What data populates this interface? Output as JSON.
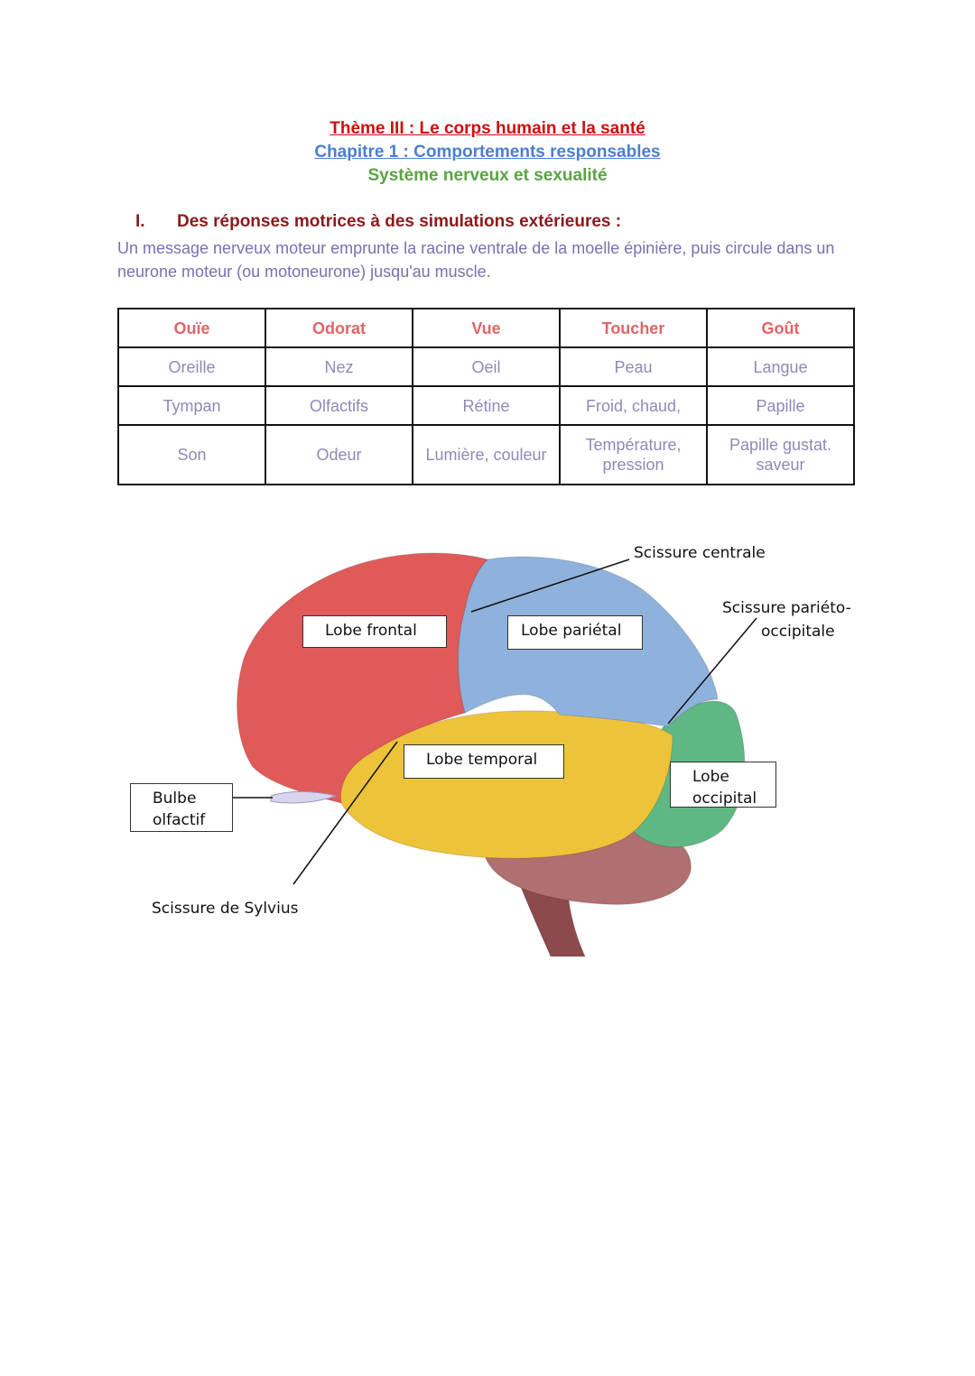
{
  "header": {
    "theme": "Thème III : Le corps humain et la santé",
    "chapter": "Chapitre 1 : Comportements responsables",
    "subtitle": "Système nerveux et sexualité"
  },
  "section": {
    "number": "I.",
    "title": "Des réponses motrices à des simulations extérieures :",
    "text": "Un message nerveux moteur emprunte la racine ventrale de la moelle épinière, puis circule dans un neurone moteur (ou motoneurone) jusqu'au muscle."
  },
  "table": {
    "headers": [
      "Ouïe",
      "Odorat",
      "Vue",
      "Toucher",
      "Goût"
    ],
    "rows": [
      [
        "Oreille",
        "Nez",
        "Oeil",
        "Peau",
        "Langue"
      ],
      [
        "Tympan",
        "Olfactifs",
        "Rétine",
        "Froid, chaud,",
        "Papille"
      ],
      [
        "Son",
        "Odeur",
        "Lumière, couleur",
        "Température, pression",
        "Papille gustat. saveur"
      ]
    ]
  },
  "brain": {
    "labels": {
      "frontal": "Lobe frontal",
      "parietal": "Lobe pariétal",
      "temporal": "Lobe temporal",
      "occipital": "Lobe occipital",
      "bulbe": "Bulbe olfactif",
      "centrale": "Scissure centrale",
      "parieto": "Scissure pariéto-",
      "parieto2": "occipitale",
      "sylvius": "Scissure de Sylvius"
    },
    "colors": {
      "frontal": "#e05a5a",
      "parietal": "#8fb2dc",
      "temporal": "#edc33a",
      "occipital": "#5fb883",
      "cerebellum": "#b06f70",
      "stem": "#8c4a4e"
    }
  }
}
